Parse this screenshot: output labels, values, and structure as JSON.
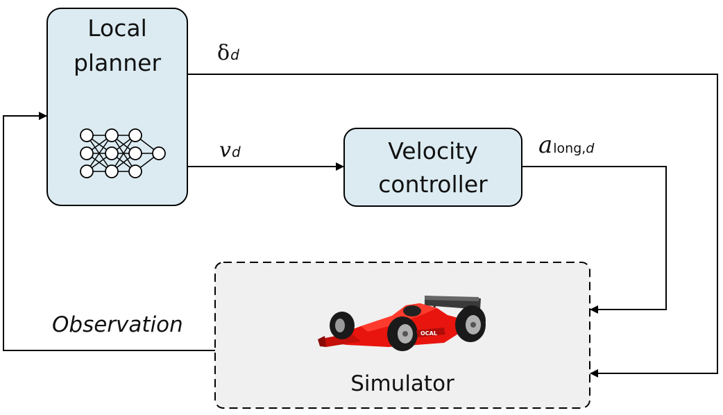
{
  "blocks": {
    "local_planner": {
      "line1": "Local",
      "line2": "planner"
    },
    "velocity_controller": {
      "line1": "Velocity",
      "line2": "controller"
    },
    "simulator": {
      "label": "Simulator"
    }
  },
  "signals": {
    "delta": {
      "symbol": "δ",
      "subscript": "d"
    },
    "velocity": {
      "symbol": "v",
      "subscript": "d"
    },
    "acceleration": {
      "symbol": "a",
      "subscript_plain": "long,",
      "subscript_italic": "d"
    },
    "observation": {
      "label": "Observation"
    }
  },
  "car_livery_text": "OCAL",
  "colors": {
    "block_fill": "#dcebf2",
    "simulator_fill": "#f0f0f0",
    "car_red": "#e8150f"
  },
  "icons": {
    "planner": "neural-network-icon",
    "simulator": "race-car-icon"
  }
}
